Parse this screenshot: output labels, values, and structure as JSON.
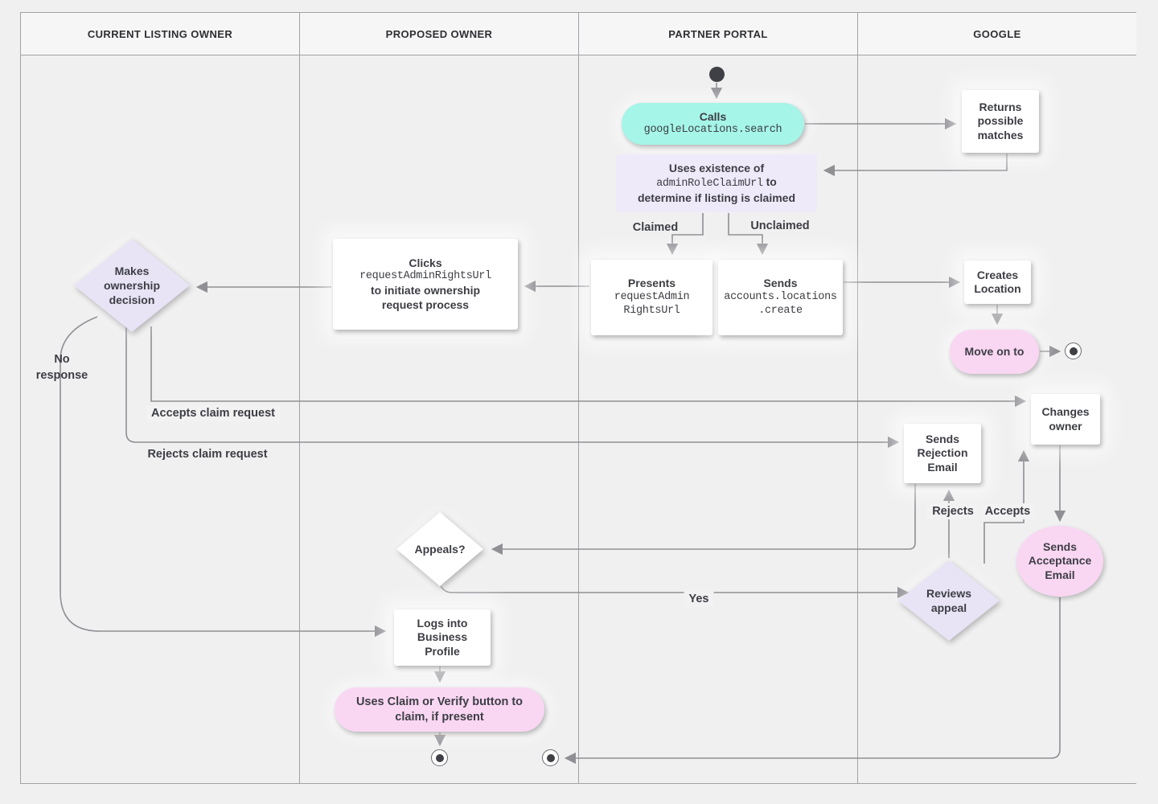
{
  "lanes": [
    {
      "label": "CURRENT LISTING OWNER"
    },
    {
      "label": "PROPOSED OWNER"
    },
    {
      "label": "PARTNER PORTAL"
    },
    {
      "label": "GOOGLE"
    }
  ],
  "nodes": {
    "calls": {
      "action": "Calls",
      "code": "googleLocations.search"
    },
    "returns_matches": {
      "text": "Returns possible matches"
    },
    "uses_existence": {
      "line1": "Uses existence of",
      "code": "adminRoleClaimUrl",
      "line2_suffix": "to",
      "line3": "determine if listing is claimed"
    },
    "presents": {
      "action": "Presents",
      "code_lines": [
        "requestAdmin",
        "RightsUrl"
      ]
    },
    "sends_create": {
      "action": "Sends",
      "code_lines": [
        "accounts.locations",
        ".create"
      ]
    },
    "clicks": {
      "action": "Clicks",
      "code": "requestAdminRightsUrl",
      "line3": "to initiate ownership",
      "line4": "request process"
    },
    "makes_decision": {
      "text": "Makes ownership decision"
    },
    "creates_location": {
      "text": "Creates Location"
    },
    "move_on": {
      "text": "Move on to"
    },
    "changes_owner": {
      "text": "Changes owner"
    },
    "sends_rejection": {
      "text": "Sends Rejection Email"
    },
    "reviews_appeal": {
      "text": "Reviews appeal"
    },
    "sends_acceptance": {
      "text": "Sends Acceptance Email"
    },
    "appeals": {
      "text": "Appeals?"
    },
    "logs_in": {
      "text": "Logs into Business Profile"
    },
    "uses_claim": {
      "line1": "Uses Claim or Verify button to",
      "line2": "claim, if present"
    }
  },
  "edge_labels": {
    "claimed": "Claimed",
    "unclaimed": "Unclaimed",
    "no_response": "No response",
    "accepts_claim": "Accepts claim request",
    "rejects_claim": "Rejects claim request",
    "yes": "Yes",
    "rejects": "Rejects",
    "accepts": "Accepts"
  },
  "colors": {
    "page_bg": "#f0f0f1",
    "header_bg": "#f6f6f7",
    "border": "#a2a2a6",
    "line": "#8f8f94",
    "text": "#3d3e44",
    "teal": "#a5f5e8",
    "lavender": "#efeafa",
    "diamond_fill": "#e8e4f6",
    "pink": "#f9d7f3",
    "node_white": "#ffffff",
    "node_dark": "#3f4045"
  }
}
